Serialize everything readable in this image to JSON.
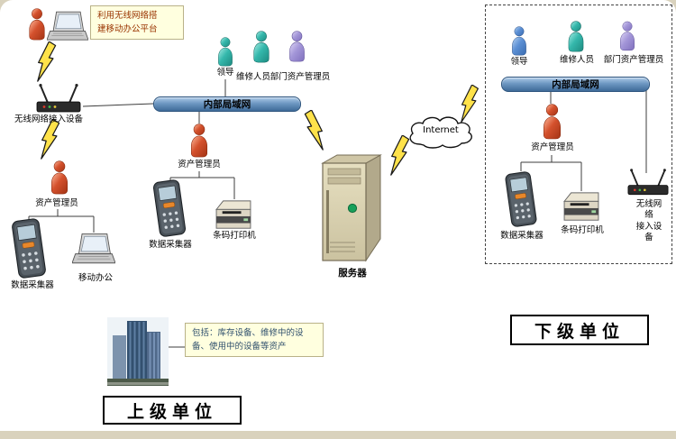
{
  "hq": {
    "unit_label": "上级单位",
    "wireless_note": "利用无线网络搭\n建移动办公平台",
    "wireless_device_label": "无线网络接入设备",
    "field_admin_label": "资产管理员",
    "field_collector_label": "数据采集器",
    "mobile_office_label": "移动办公",
    "lan_label": "内部局域网",
    "leader_label": "领导",
    "maintenance_label": "维修人员",
    "dept_admin_label": "部门资产管理员",
    "lan_admin_label": "资产管理员",
    "lan_collector_label": "数据采集器",
    "printer_label": "条码打印机",
    "server_label": "服务器",
    "assets_note": "包括：库存设备、维修中的设\n备、使用中的设备等资产"
  },
  "internet_label": "Internet",
  "branch": {
    "unit_label": "下级单位",
    "leader_label": "领导",
    "maintenance_label": "维修人员",
    "dept_admin_label": "部门资产管理员",
    "lan_label": "内部局域网",
    "admin_label": "资产管理员",
    "collector_label": "数据采集器",
    "printer_label": "条码打印机",
    "wireless_device_label": "无线网络\n接入设备"
  },
  "colors": {
    "background_strip": "#d9d2bd",
    "lan_bar": "#5b86b5",
    "lightning": "#ffe24a",
    "note_background": "#ffffdf",
    "hq_note_text": "#993300",
    "assets_note_text": "#31516e",
    "person_red": "#d4512d",
    "person_teal": "#35b8ac",
    "person_blue": "#5b8fd4",
    "person_purple": "#a396d8",
    "server_body": "#d8d0ae"
  }
}
